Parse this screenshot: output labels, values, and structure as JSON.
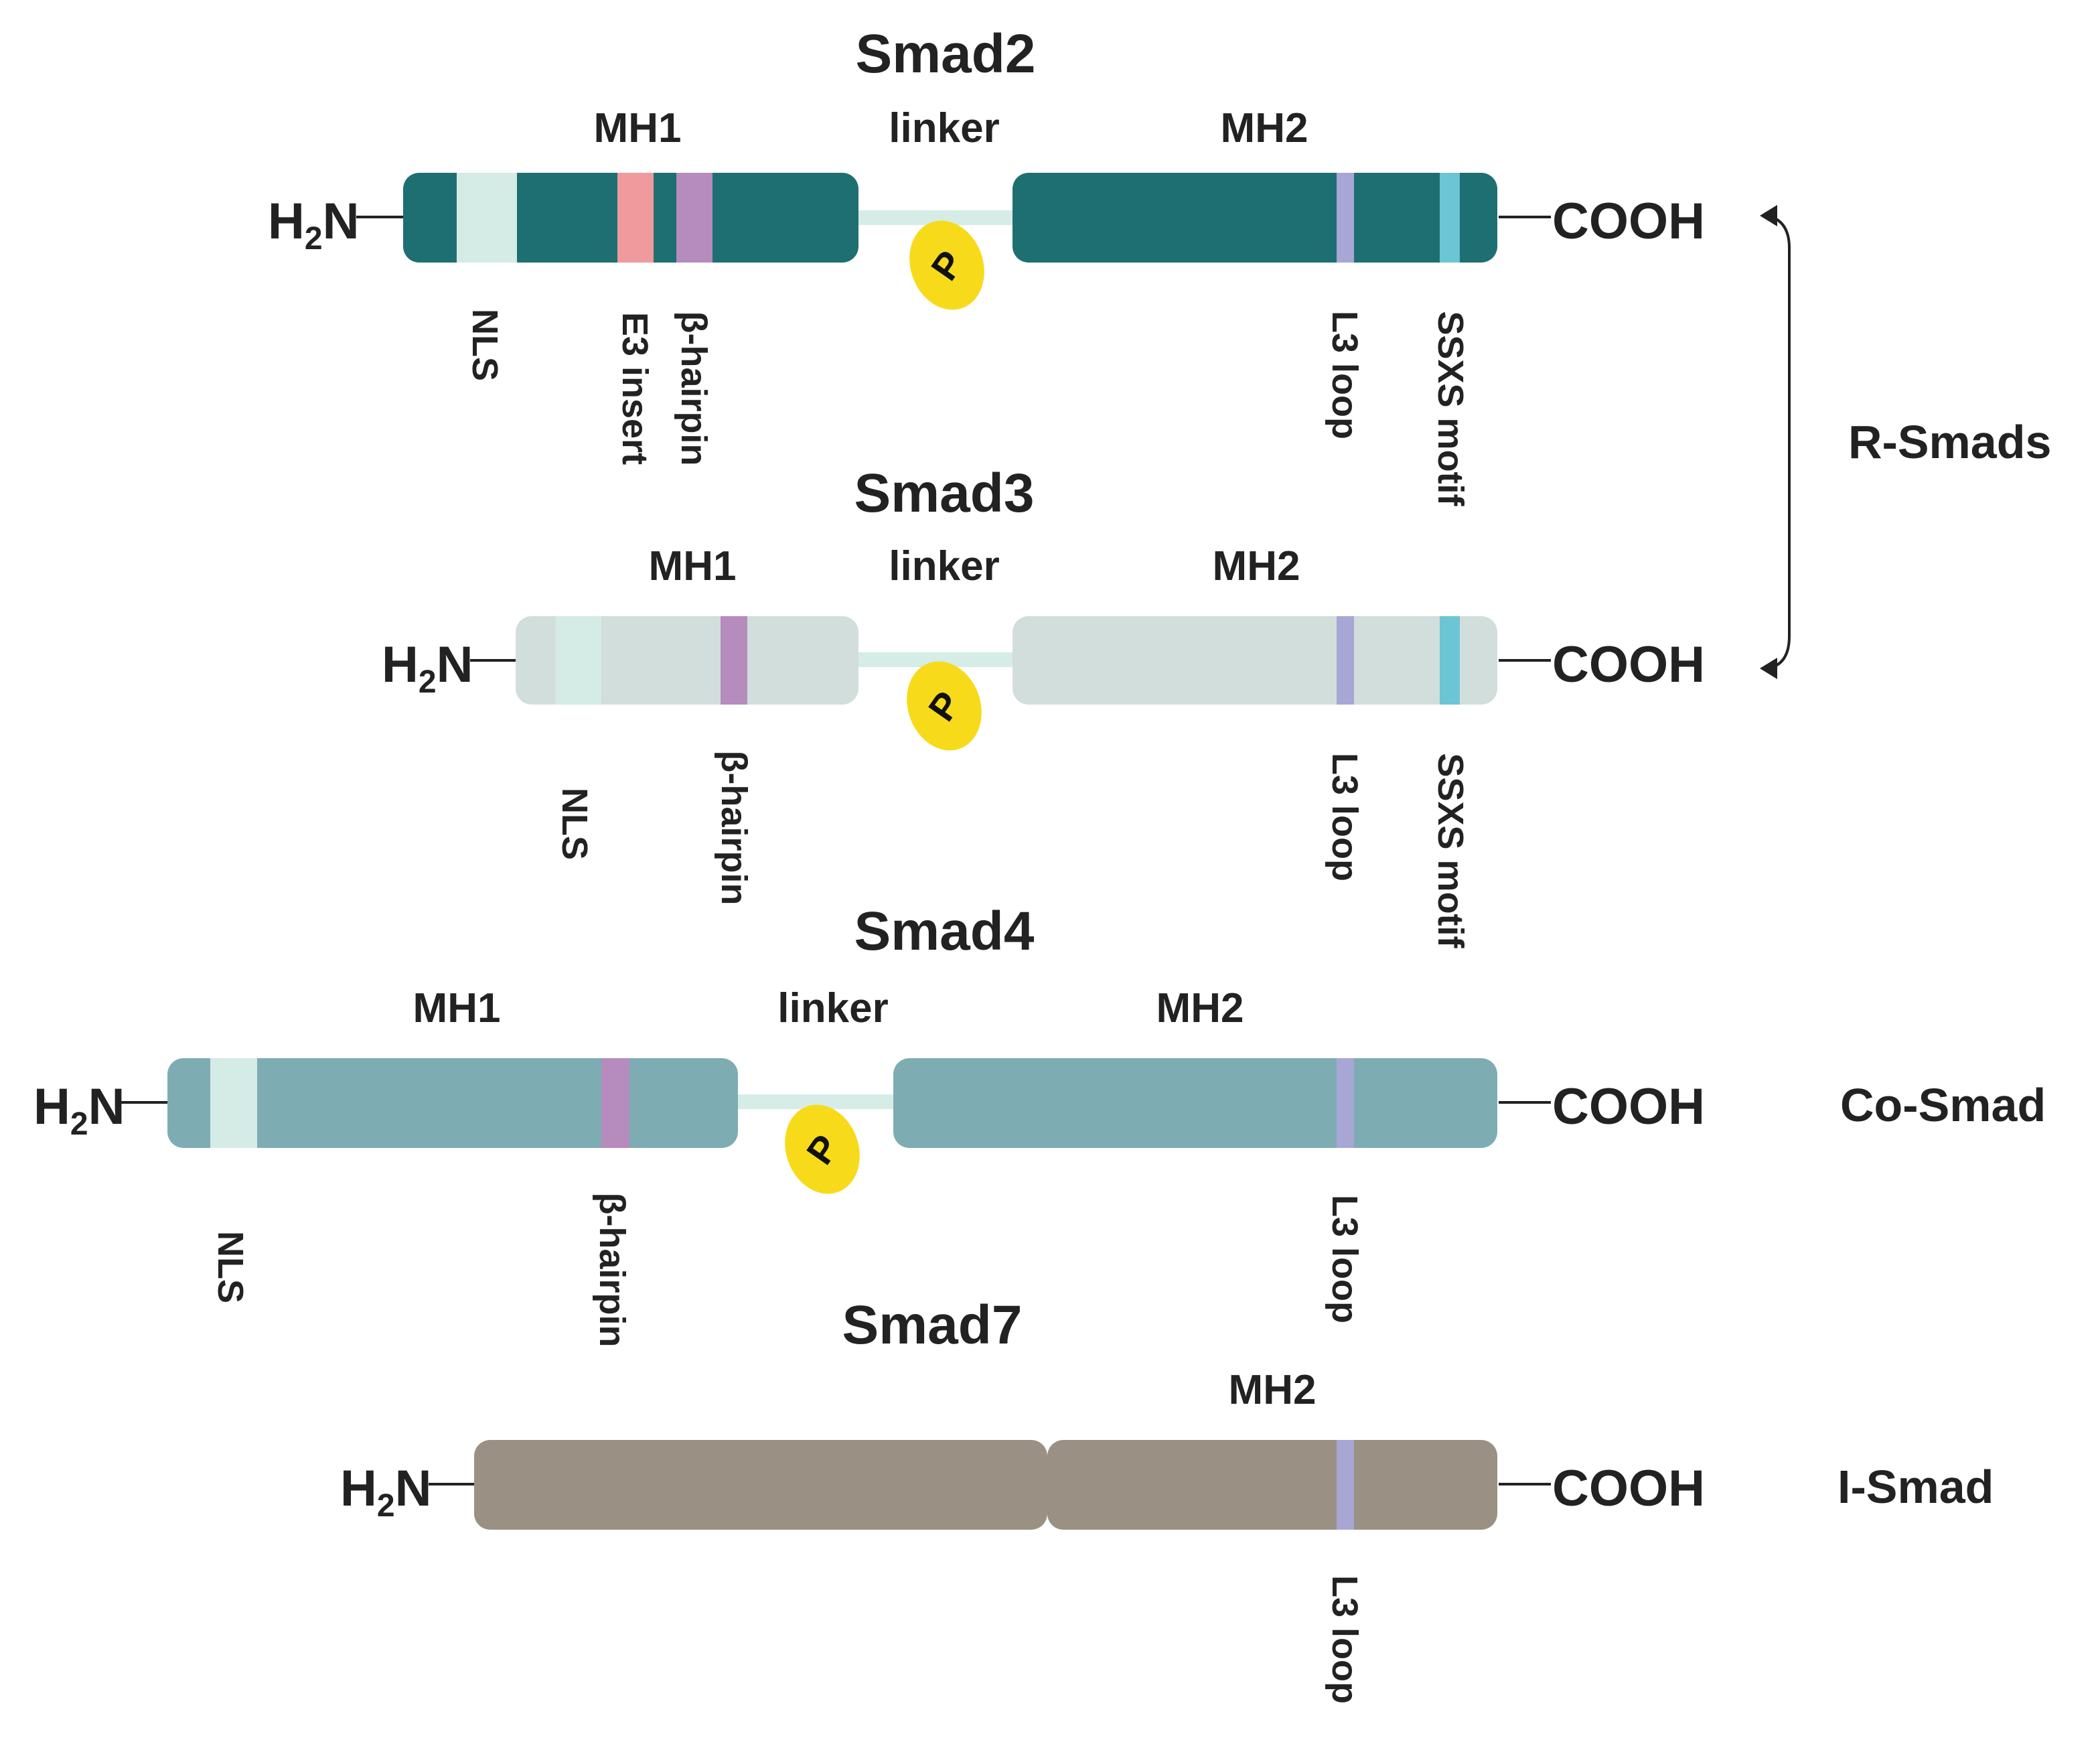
{
  "labels": {
    "mh1": "MH1",
    "mh2": "MH2",
    "linker": "linker",
    "nls": "NLS",
    "e3_insert": "E3 insert",
    "beta_hairpin": "β-hairpin",
    "l3_loop": "L3 loop",
    "ssxs_motif": "SSXS motif",
    "phospho": "P",
    "n_terminus": "H",
    "n_terminus_sub": "2",
    "n_terminus_end": "N",
    "c_terminus": "COOH"
  },
  "smad2": {
    "name": "Smad2"
  },
  "smad3": {
    "name": "Smad3"
  },
  "smad4": {
    "name": "Smad4"
  },
  "smad7": {
    "name": "Smad7"
  },
  "classes": {
    "r_smads": "R-Smads",
    "co_smad": "Co-Smad",
    "i_smad": "I-Smad"
  },
  "colors": {
    "smad2_body": "#1e6f72",
    "smad3_body": "#d1dedb",
    "smad4_body": "#7eacb3",
    "smad7_body": "#9a9184",
    "nls": "#d4ebe6",
    "e3_insert": "#f19a9e",
    "beta_hairpin": "#b58cbd",
    "l3_loop": "#a8a6d4",
    "ssxs_motif": "#6cc5d4",
    "linker": "#d6ece7",
    "phospho": "#f7db1b"
  }
}
